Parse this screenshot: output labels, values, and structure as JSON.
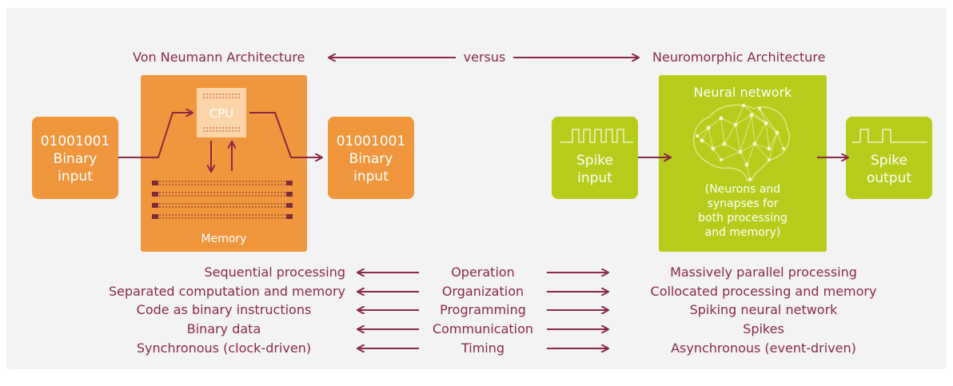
{
  "header": {
    "left_title": "Von Neumann Architecture",
    "center": "versus",
    "right_title": "Neuromorphic Architecture"
  },
  "von_neumann": {
    "input_bits": "01001001",
    "input_label_1": "Binary",
    "input_label_2": "input",
    "cpu_label": "CPU",
    "memory_label": "Memory",
    "output_bits": "01001001",
    "output_label_1": "Binary",
    "output_label_2": "input"
  },
  "neuromorphic": {
    "input_label_1": "Spike",
    "input_label_2": "input",
    "network_title": "Neural network",
    "network_note_lines": [
      "(Neurons and",
      "synapses for",
      "both processing",
      "and memory)"
    ],
    "output_label_1": "Spike",
    "output_label_2": "output"
  },
  "comparison": [
    {
      "left": "Sequential processing",
      "aspect": "Operation",
      "right": "Massively parallel processing"
    },
    {
      "left": "Separated computation and memory",
      "aspect": "Organization",
      "right": "Collocated processing and memory"
    },
    {
      "left": "Code as binary instructions",
      "aspect": "Programming",
      "right": "Spiking neural network"
    },
    {
      "left": "Binary data",
      "aspect": "Communication",
      "right": "Spikes"
    },
    {
      "left": "Synchronous (clock-driven)",
      "aspect": "Timing",
      "right": "Asynchronous (event-driven)"
    }
  ],
  "colors": {
    "accent": "#8a2848",
    "orange": "#f0963d",
    "green": "#b7cc1a",
    "cpu_light": "#fcd4a9"
  }
}
